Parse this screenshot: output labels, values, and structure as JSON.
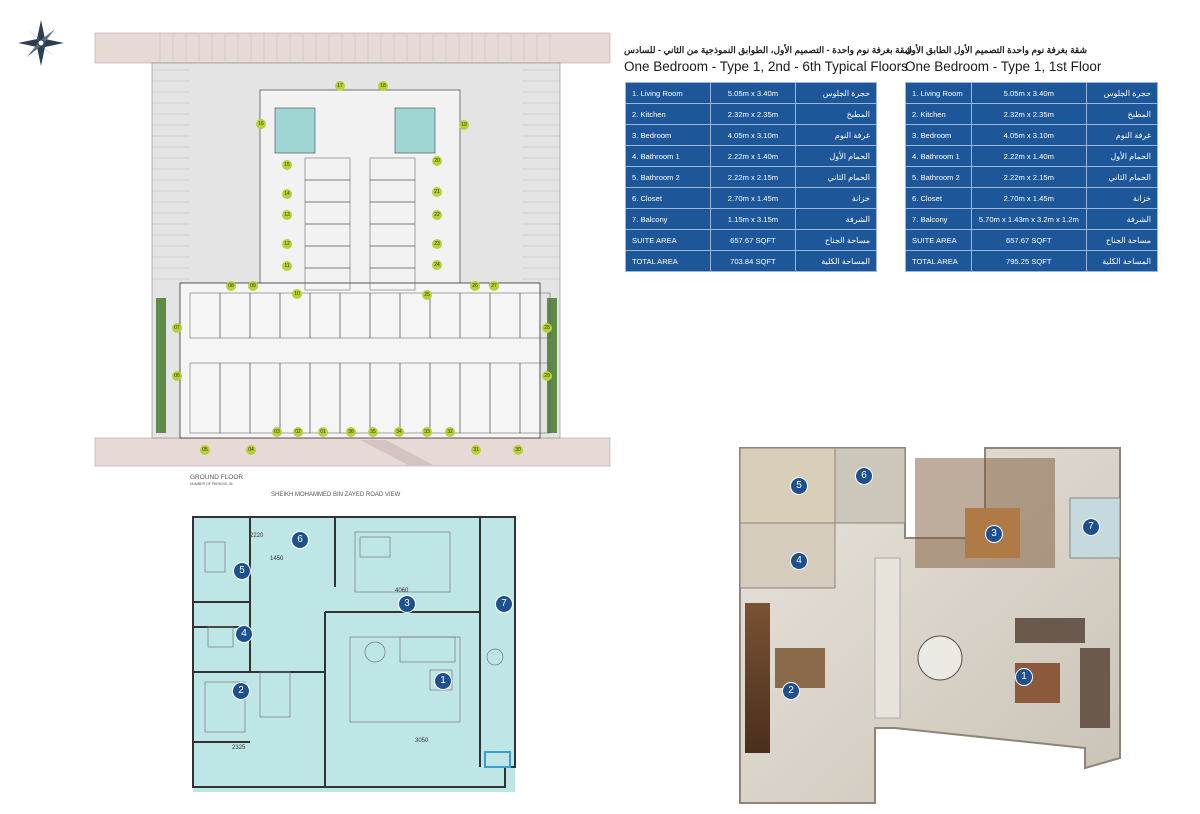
{
  "site_plan": {
    "floor_label": "GROUND FLOOR",
    "floor_sublabel": "NUMBER OF PARKING-36",
    "road_view": "SHEIKH MOHAMMED BIN ZAYED ROAD VIEW",
    "parking_markers": [
      "17",
      "18",
      "16",
      "19",
      "15",
      "20",
      "14",
      "21",
      "13",
      "22",
      "12",
      "23",
      "11",
      "24",
      "08",
      "09",
      "10",
      "25",
      "26",
      "27",
      "07",
      "28",
      "06",
      "29",
      "05",
      "04",
      "03",
      "02",
      "01",
      "36",
      "35",
      "34",
      "33",
      "32",
      "31",
      "30"
    ],
    "marker_color": "#b5d334",
    "compass_icon": "compass-rose-icon"
  },
  "tables": [
    {
      "title_ar": "شقة بغرفة نوم واحدة - التصميم الأول، الطوابق النموذجية من الثاني - للسادس",
      "title_en": "One Bedroom - Type 1, 2nd - 6th Typical Floors",
      "rows": [
        [
          "1. Living Room",
          "5.05m x 3.40m",
          "حجرة الجلوس"
        ],
        [
          "2. Kitchen",
          "2.32m x 2.35m",
          "المطبخ"
        ],
        [
          "3. Bedroom",
          "4.05m x 3.10m",
          "غرفة النوم"
        ],
        [
          "4. Bathroom 1",
          "2.22m x 1.40m",
          "الحمام الأول"
        ],
        [
          "5. Bathroom 2",
          "2.22m x 2.15m",
          "الحمام الثاني"
        ],
        [
          "6. Closet",
          "2.70m x 1.45m",
          "خزانة"
        ],
        [
          "7. Balcony",
          "1.15m x 3.15m",
          "الشرفة"
        ],
        [
          "SUITE AREA",
          "657.67 SQFT",
          "مساحة الجناح"
        ],
        [
          "TOTAL AREA",
          "703.84 SQFT",
          "المساحة الكلية"
        ]
      ]
    },
    {
      "title_ar": "شقة بغرفة نوم واحدة التصميم الأول الطابق الأول",
      "title_en": "One Bedroom - Type 1, 1st Floor",
      "rows": [
        [
          "1. Living Room",
          "5.05m x 3.40m",
          "حجرة الجلوس"
        ],
        [
          "2. Kitchen",
          "2.32m x 2.35m",
          "المطبخ"
        ],
        [
          "3. Bedroom",
          "4.05m x 3.10m",
          "غرفة النوم"
        ],
        [
          "4. Bathroom 1",
          "2.22m x 1.40m",
          "الحمام الأول"
        ],
        [
          "5. Bathroom 2",
          "2.22m x 2.15m",
          "الحمام الثاني"
        ],
        [
          "6. Closet",
          "2.70m x 1.45m",
          "خزانة"
        ],
        [
          "7. Balcony",
          "5.70m x 1.43m x 3.2m x 1.2m",
          "الشرفة"
        ],
        [
          "SUITE AREA",
          "657.67 SQFT",
          "مساحة الجناح"
        ],
        [
          "TOTAL AREA",
          "795.25 SQFT",
          "المساحة الكلية"
        ]
      ]
    }
  ],
  "table_color": "#1e5799",
  "floor_plan": {
    "room_numbers": [
      "6",
      "5",
      "3",
      "7",
      "4",
      "1",
      "2"
    ],
    "dimensions": [
      "1450",
      "4060",
      "3050",
      "2325",
      "2220"
    ],
    "fill_color": "#bfe6e6"
  },
  "render_3d": {
    "room_numbers": [
      "5",
      "6",
      "3",
      "7",
      "4",
      "2",
      "1"
    ]
  }
}
